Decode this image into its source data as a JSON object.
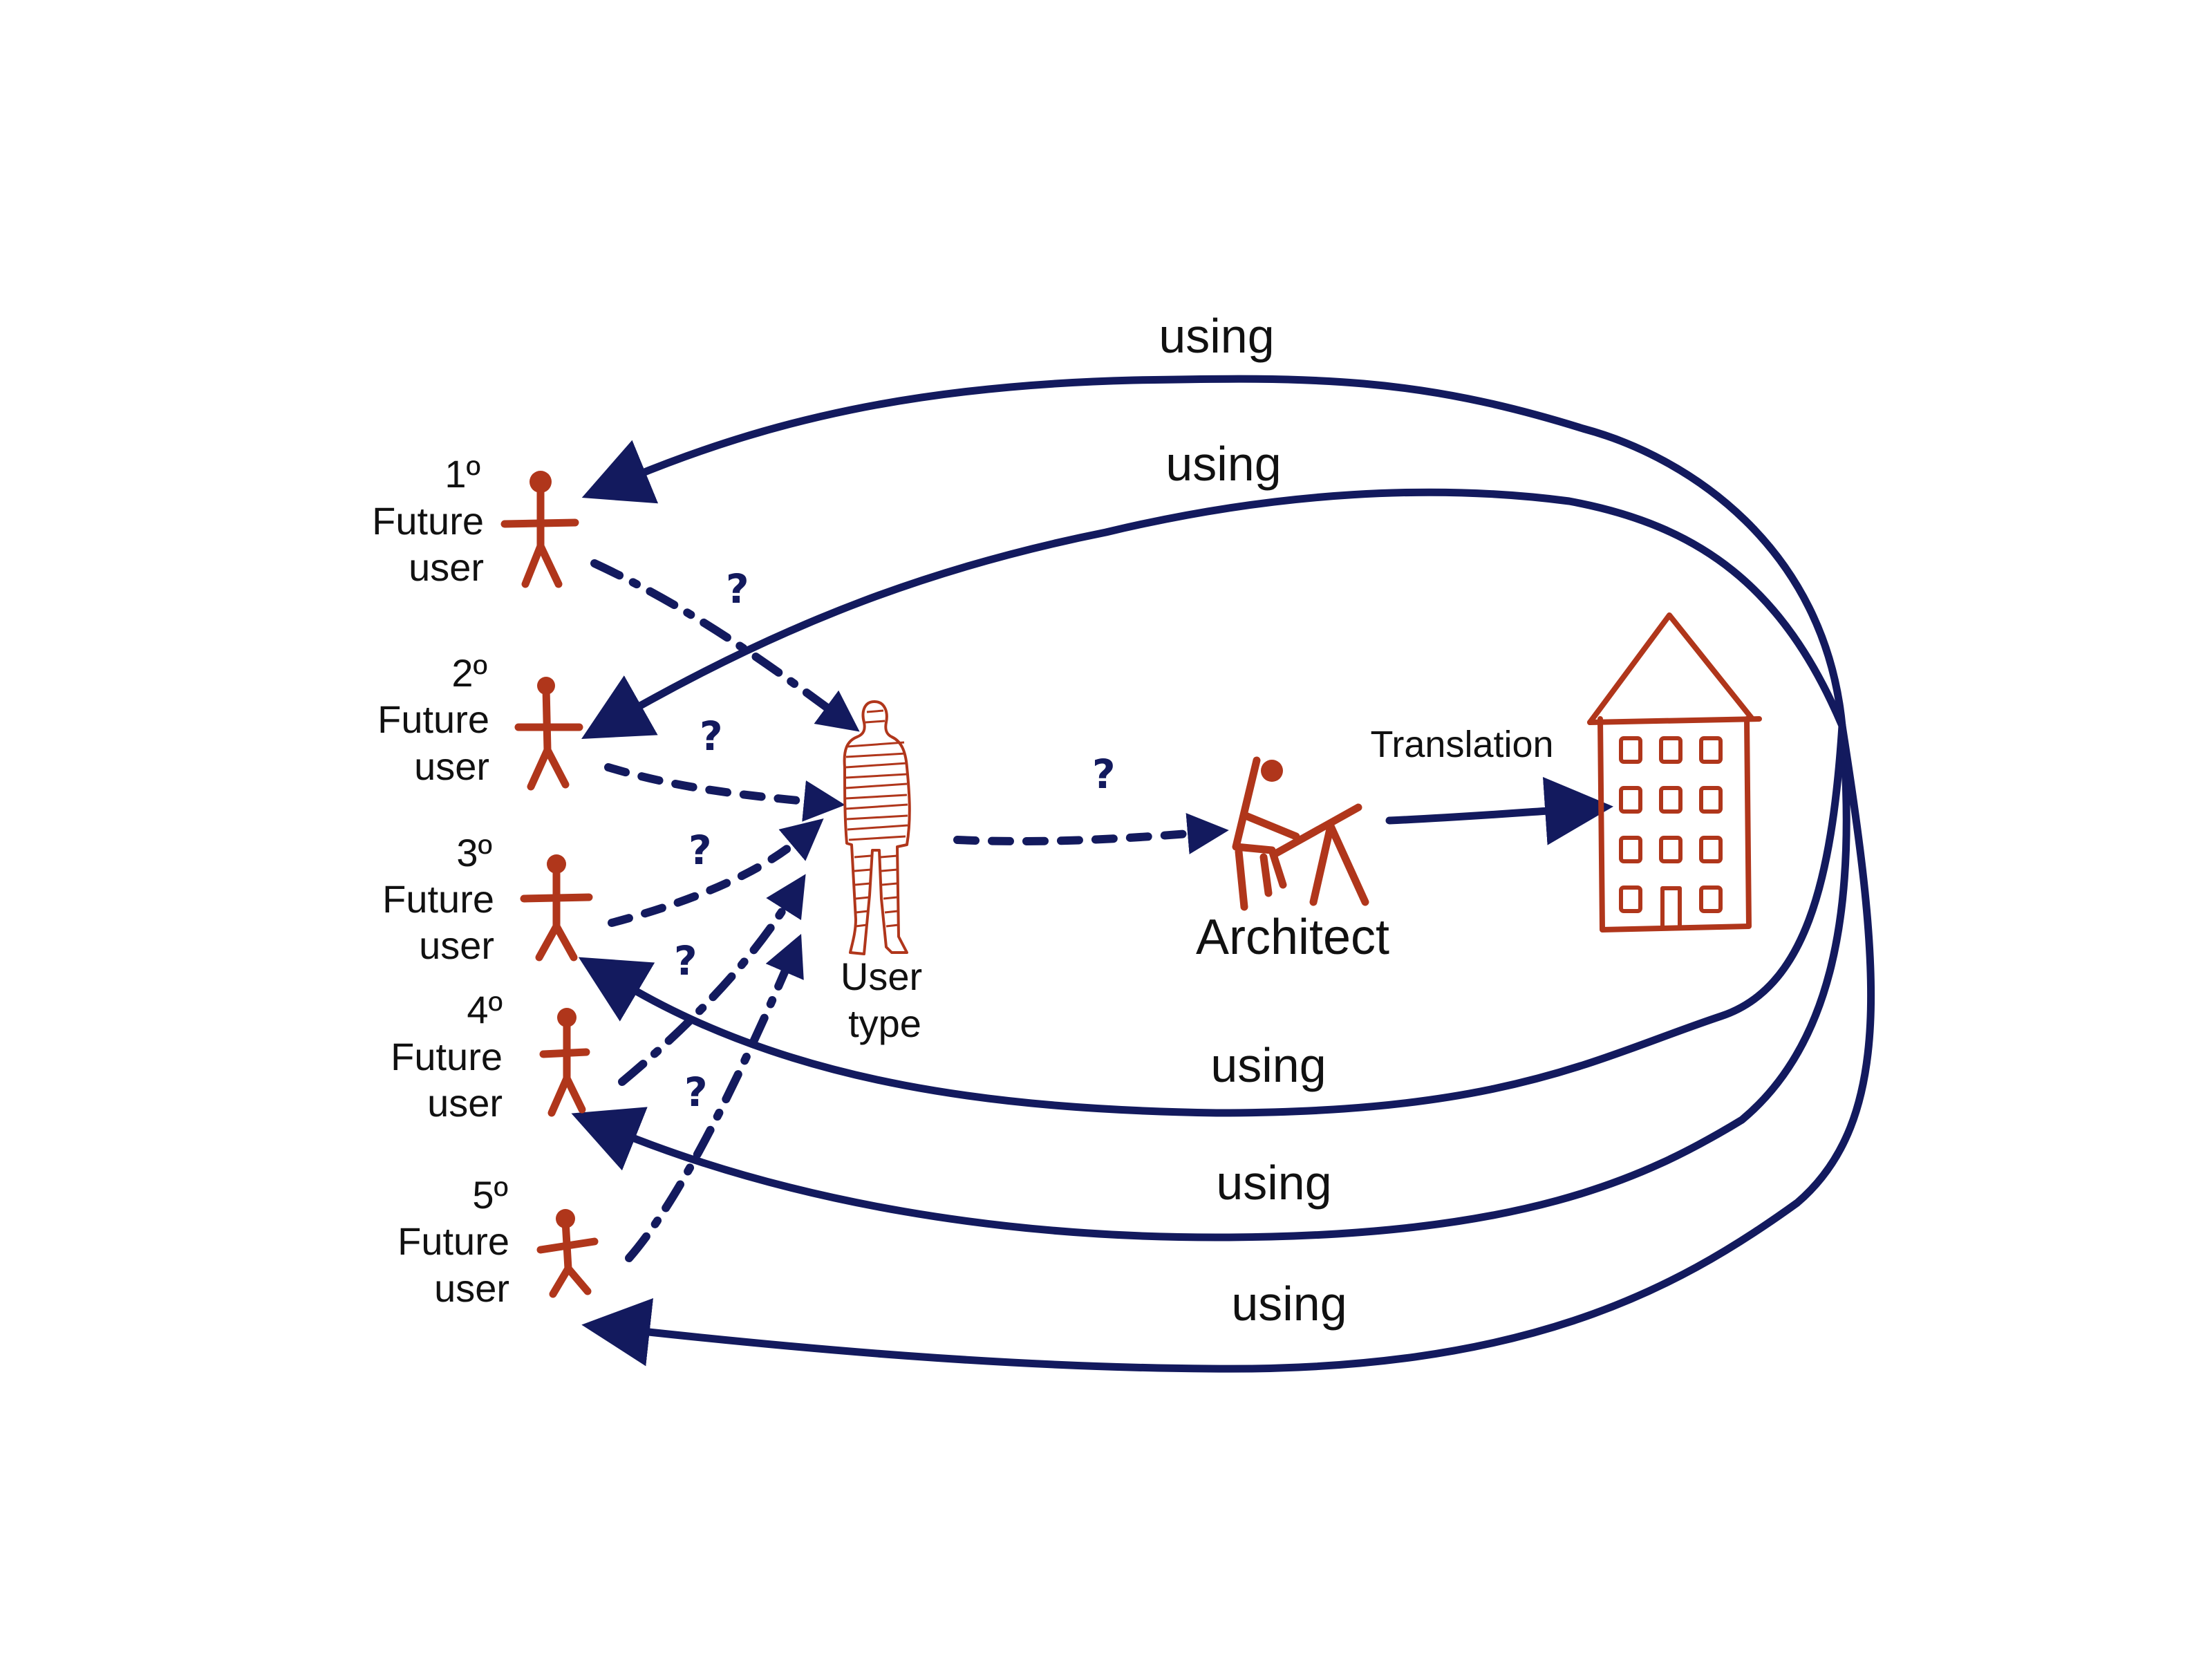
{
  "colors": {
    "arrow": "#131a5e",
    "figure": "#b0361b",
    "text": "#111111"
  },
  "users": [
    {
      "order": "1º",
      "line1": "Future",
      "line2": "user"
    },
    {
      "order": "2º",
      "line1": "Future",
      "line2": "user"
    },
    {
      "order": "3º",
      "line1": "Future",
      "line2": "user"
    },
    {
      "order": "4º",
      "line1": "Future",
      "line2": "user"
    },
    {
      "order": "5º",
      "line1": "Future",
      "line2": "user"
    }
  ],
  "user_type": {
    "line1": "User",
    "line2": "type"
  },
  "architect": {
    "label": "Architect"
  },
  "translation": {
    "label": "Translation"
  },
  "question_mark": "?",
  "using_labels": [
    "using",
    "using",
    "using",
    "using",
    "using"
  ]
}
